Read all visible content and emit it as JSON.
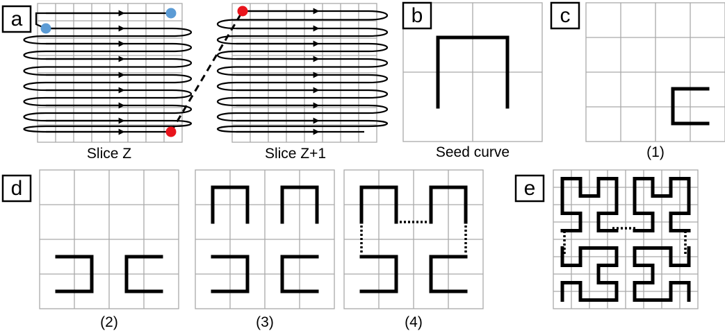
{
  "panels": {
    "a": {
      "label": "a",
      "caption_left": "Slice Z",
      "caption_right": "Slice Z+1"
    },
    "b": {
      "label": "b",
      "caption": "Seed curve"
    },
    "c": {
      "label": "c",
      "caption": "(1)"
    },
    "d": {
      "label": "d",
      "caption_2": "(2)",
      "caption_3": "(3)",
      "caption_4": "(4)"
    },
    "e": {
      "label": "e"
    }
  },
  "colors": {
    "start_point": "#5b9bd5",
    "end_point": "#e8141c",
    "grid": "#a9a9a9",
    "curve": "#000000"
  }
}
